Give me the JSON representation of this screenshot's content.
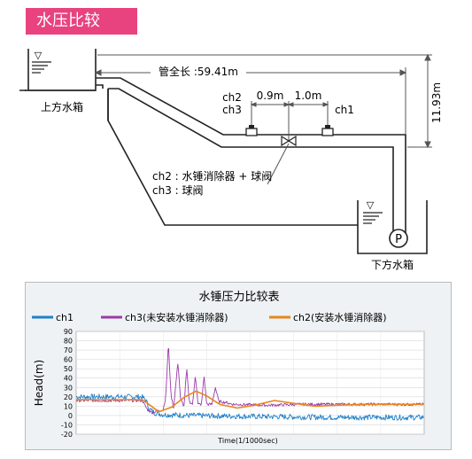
{
  "header": {
    "title": "水压比较"
  },
  "diagram": {
    "upper_tank_label": "上方水箱",
    "lower_tank_label": "下方水箱",
    "pipe_length": "管全长 :59.41m",
    "height": "11.93m",
    "dist_a": "0.9m",
    "dist_b": "1.0m",
    "sensor_ch2": "ch2",
    "sensor_ch3": "ch3",
    "sensor_ch1": "ch1",
    "note_line1": "ch2 : 水锤消除器 + 球阀",
    "note_line2": "ch3 : 球阀",
    "pump_symbol": "P",
    "water_level_symbol": "▽"
  },
  "chart_data": {
    "type": "line",
    "title": "水锤压力比较表",
    "ylabel": "Head(m)",
    "xlabel": "Time(1/1000sec)",
    "ylim": [
      -20,
      90
    ],
    "yticks": [
      -20,
      -10,
      0,
      10,
      20,
      30,
      40,
      50,
      60,
      70,
      80,
      90
    ],
    "grid": true,
    "legend_placement": "top",
    "series": [
      {
        "name": "ch1",
        "color": "#1e7fc8",
        "noise": 3,
        "points": [
          [
            0,
            20
          ],
          [
            75,
            20
          ],
          [
            80,
            17
          ],
          [
            84,
            7
          ],
          [
            90,
            3
          ],
          [
            100,
            1
          ],
          [
            130,
            0
          ],
          [
            200,
            -1
          ],
          [
            300,
            -2
          ],
          [
            400,
            -2
          ]
        ]
      },
      {
        "name": "ch3(未安装水锤消除器)",
        "color": "#9b3aa8",
        "noise": 1.5,
        "points": [
          [
            0,
            16
          ],
          [
            76,
            16
          ],
          [
            82,
            6
          ],
          [
            88,
            3
          ],
          [
            94,
            5
          ],
          [
            100,
            6
          ],
          [
            103,
            20
          ],
          [
            106,
            78
          ],
          [
            109,
            22
          ],
          [
            112,
            8
          ],
          [
            117,
            58
          ],
          [
            120,
            17
          ],
          [
            124,
            10
          ],
          [
            127,
            50
          ],
          [
            130,
            15
          ],
          [
            134,
            12
          ],
          [
            137,
            44
          ],
          [
            140,
            12
          ],
          [
            144,
            12
          ],
          [
            147,
            43
          ],
          [
            150,
            12
          ],
          [
            156,
            12
          ],
          [
            160,
            30
          ],
          [
            164,
            15
          ],
          [
            172,
            14
          ],
          [
            180,
            12
          ],
          [
            220,
            11
          ],
          [
            260,
            12
          ],
          [
            300,
            12
          ],
          [
            400,
            12
          ]
        ]
      },
      {
        "name": "ch2(安装水锤消除器)",
        "color": "#e8861e",
        "noise": 0,
        "points": [
          [
            0,
            17
          ],
          [
            76,
            17
          ],
          [
            85,
            11
          ],
          [
            95,
            4
          ],
          [
            110,
            9
          ],
          [
            125,
            20
          ],
          [
            138,
            26
          ],
          [
            150,
            21
          ],
          [
            165,
            12
          ],
          [
            185,
            8
          ],
          [
            205,
            11
          ],
          [
            228,
            16
          ],
          [
            250,
            13
          ],
          [
            275,
            10
          ],
          [
            300,
            11
          ],
          [
            330,
            12
          ],
          [
            360,
            12
          ],
          [
            400,
            12
          ]
        ]
      }
    ]
  },
  "colors": {
    "pipe": "#222222",
    "header_bg": "#e8437e",
    "chart_bg": "#eef2f4"
  }
}
